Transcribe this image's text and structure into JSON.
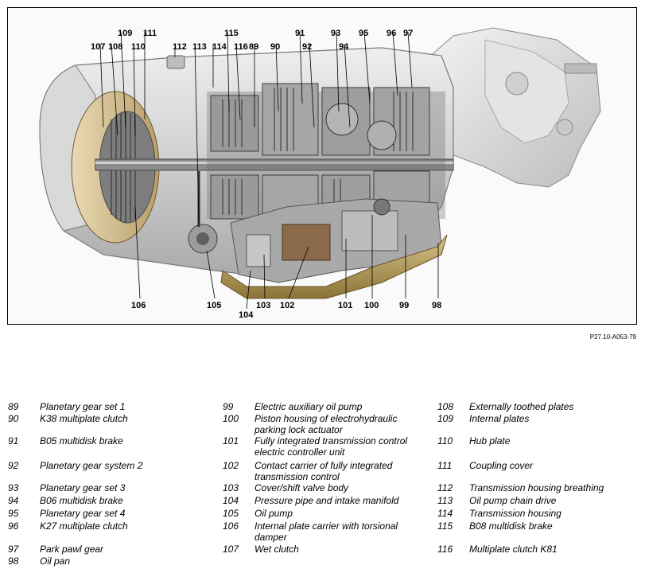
{
  "figure": {
    "reference": "P27.10-A053-79",
    "callouts": [
      "89",
      "90",
      "91",
      "92",
      "93",
      "94",
      "95",
      "96",
      "97",
      "98",
      "99",
      "100",
      "101",
      "102",
      "103",
      "104",
      "105",
      "106",
      "107",
      "108",
      "109",
      "110",
      "111",
      "112",
      "113",
      "114",
      "115",
      "116"
    ]
  },
  "legend": {
    "col1": [
      {
        "num": "89",
        "text": "Planetary gear set 1"
      },
      {
        "num": "90",
        "text": "K38 multiplate clutch"
      },
      {
        "num": "91",
        "text": "B05 multidisk brake"
      },
      {
        "num": "92",
        "text": "Planetary gear system 2"
      },
      {
        "num": "93",
        "text": "Planetary gear set 3"
      },
      {
        "num": "94",
        "text": "B06 multidisk brake"
      },
      {
        "num": "95",
        "text": "Planetary gear set 4"
      },
      {
        "num": "96",
        "text": "K27 multiplate clutch"
      },
      {
        "num": "97",
        "text": "Park pawl gear"
      },
      {
        "num": "98",
        "text": "Oil pan"
      }
    ],
    "col2": [
      {
        "num": "99",
        "text": "Electric auxiliary oil pump"
      },
      {
        "num": "100",
        "text": "Piston housing of electrohydraulic parking lock actuator"
      },
      {
        "num": "101",
        "text": "Fully integrated transmission control electric controller unit"
      },
      {
        "num": "102",
        "text": "Contact carrier of fully integrated transmission control"
      },
      {
        "num": "103",
        "text": "Cover/shift valve body"
      },
      {
        "num": "104",
        "text": "Pressure pipe and intake manifold"
      },
      {
        "num": "105",
        "text": "Oil pump"
      },
      {
        "num": "106",
        "text": "Internal plate carrier with torsional damper"
      },
      {
        "num": "107",
        "text": "Wet clutch"
      }
    ],
    "col3": [
      {
        "num": "108",
        "text": "Externally toothed plates"
      },
      {
        "num": "109",
        "text": "Internal plates"
      },
      {
        "num": "110",
        "text": "Hub plate"
      },
      {
        "num": "111",
        "text": "Coupling cover"
      },
      {
        "num": "112",
        "text": "Transmission housing breathing"
      },
      {
        "num": "113",
        "text": "Oil pump chain drive"
      },
      {
        "num": "114",
        "text": "Transmission housing"
      },
      {
        "num": "115",
        "text": "B08 multidisk brake"
      },
      {
        "num": "116",
        "text": "Multiplate clutch K81"
      }
    ]
  }
}
